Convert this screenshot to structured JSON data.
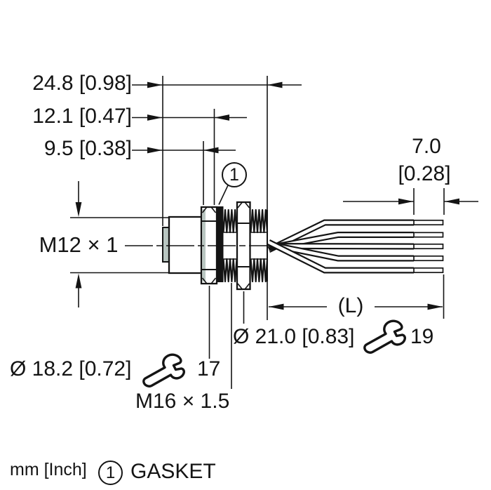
{
  "drawing": {
    "dimensions": {
      "overall_length": "24.8 [0.98]",
      "to_gasket": "12.1 [0.47]",
      "to_hex_face": "9.5 [0.38]",
      "wire_strip_mm": "7.0",
      "wire_strip_inch": "[0.28]",
      "cable_length": "(L)",
      "front_thread": "M12 × 1",
      "rear_thread": "M16 × 1.5",
      "locknut_diameter": "Ø 21.0 [0.83]",
      "hex_diameter": "Ø 18.2 [0.72]",
      "wrench_size_front": "17",
      "wrench_size_rear": "19"
    },
    "callout": {
      "number": "1"
    },
    "legend": {
      "units": "mm [Inch]",
      "callout_number": "1",
      "callout_label": "GASKET"
    },
    "colors": {
      "line": "#141414",
      "accent": "#b9c6c1",
      "gasket_fill": "#141414"
    }
  }
}
